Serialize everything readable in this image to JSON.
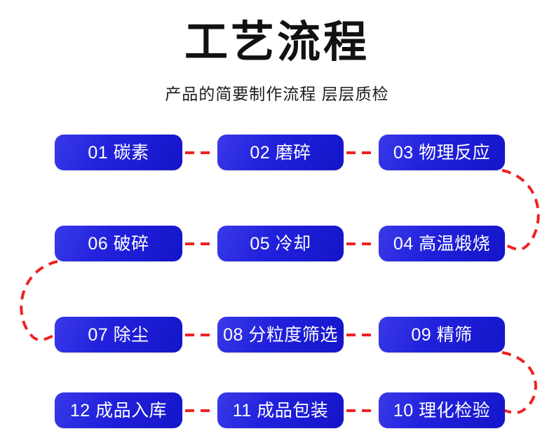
{
  "header": {
    "title": "工艺流程",
    "subtitle": "产品的简要制作流程 层层质检"
  },
  "colors": {
    "box_gradient_light": "#3a3ae8",
    "box_gradient_mid": "#2222dd",
    "box_gradient_dark": "#1414c8",
    "connector_red": "#ee2222",
    "title_text": "#111111",
    "box_text": "#ffffff",
    "background": "#ffffff"
  },
  "flow": {
    "rows": [
      {
        "row": 1,
        "steps": [
          {
            "number": "01",
            "name": "碳素",
            "label": "01 碳素"
          },
          {
            "number": "02",
            "name": "磨碎",
            "label": "02 磨碎"
          },
          {
            "number": "03",
            "name": "物理反应",
            "label": "03 物理反应"
          }
        ]
      },
      {
        "row": 2,
        "steps": [
          {
            "number": "06",
            "name": "破碎",
            "label": "06 破碎"
          },
          {
            "number": "05",
            "name": "冷却",
            "label": "05 冷却"
          },
          {
            "number": "04",
            "name": "高温煅烧",
            "label": "04 高温煅烧"
          }
        ]
      },
      {
        "row": 3,
        "steps": [
          {
            "number": "07",
            "name": "除尘",
            "label": "07 除尘"
          },
          {
            "number": "08",
            "name": "分粒度筛选",
            "label": "08 分粒度筛选"
          },
          {
            "number": "09",
            "name": "精筛",
            "label": "09 精筛"
          }
        ]
      },
      {
        "row": 4,
        "steps": [
          {
            "number": "12",
            "name": "成品入库",
            "label": "12 成品入库"
          },
          {
            "number": "11",
            "name": "成品包装",
            "label": "11 成品包装"
          },
          {
            "number": "10",
            "name": "理化检验",
            "label": "10 理化检验"
          }
        ]
      }
    ]
  },
  "connectors": {
    "style": "red-dashed",
    "straight_segments": [
      {
        "from": "01 碳素",
        "to": "02 磨碎",
        "direction": "right"
      },
      {
        "from": "02 磨碎",
        "to": "03 物理反应",
        "direction": "right"
      },
      {
        "from": "05 冷却",
        "to": "06 破碎",
        "direction": "left"
      },
      {
        "from": "04 高温煅烧",
        "to": "05 冷却",
        "direction": "left"
      },
      {
        "from": "07 除尘",
        "to": "08 分粒度筛选",
        "direction": "right"
      },
      {
        "from": "08 分粒度筛选",
        "to": "09 精筛",
        "direction": "right"
      },
      {
        "from": "11 成品包装",
        "to": "12 成品入库",
        "direction": "left"
      },
      {
        "from": "10 理化检验",
        "to": "11 成品包装",
        "direction": "left"
      }
    ],
    "curved_segments": [
      {
        "from": "03 物理反应",
        "to": "04 高温煅烧",
        "side": "right"
      },
      {
        "from": "06 破碎",
        "to": "07 除尘",
        "side": "left"
      },
      {
        "from": "09 精筛",
        "to": "10 理化检验",
        "side": "right"
      }
    ]
  }
}
